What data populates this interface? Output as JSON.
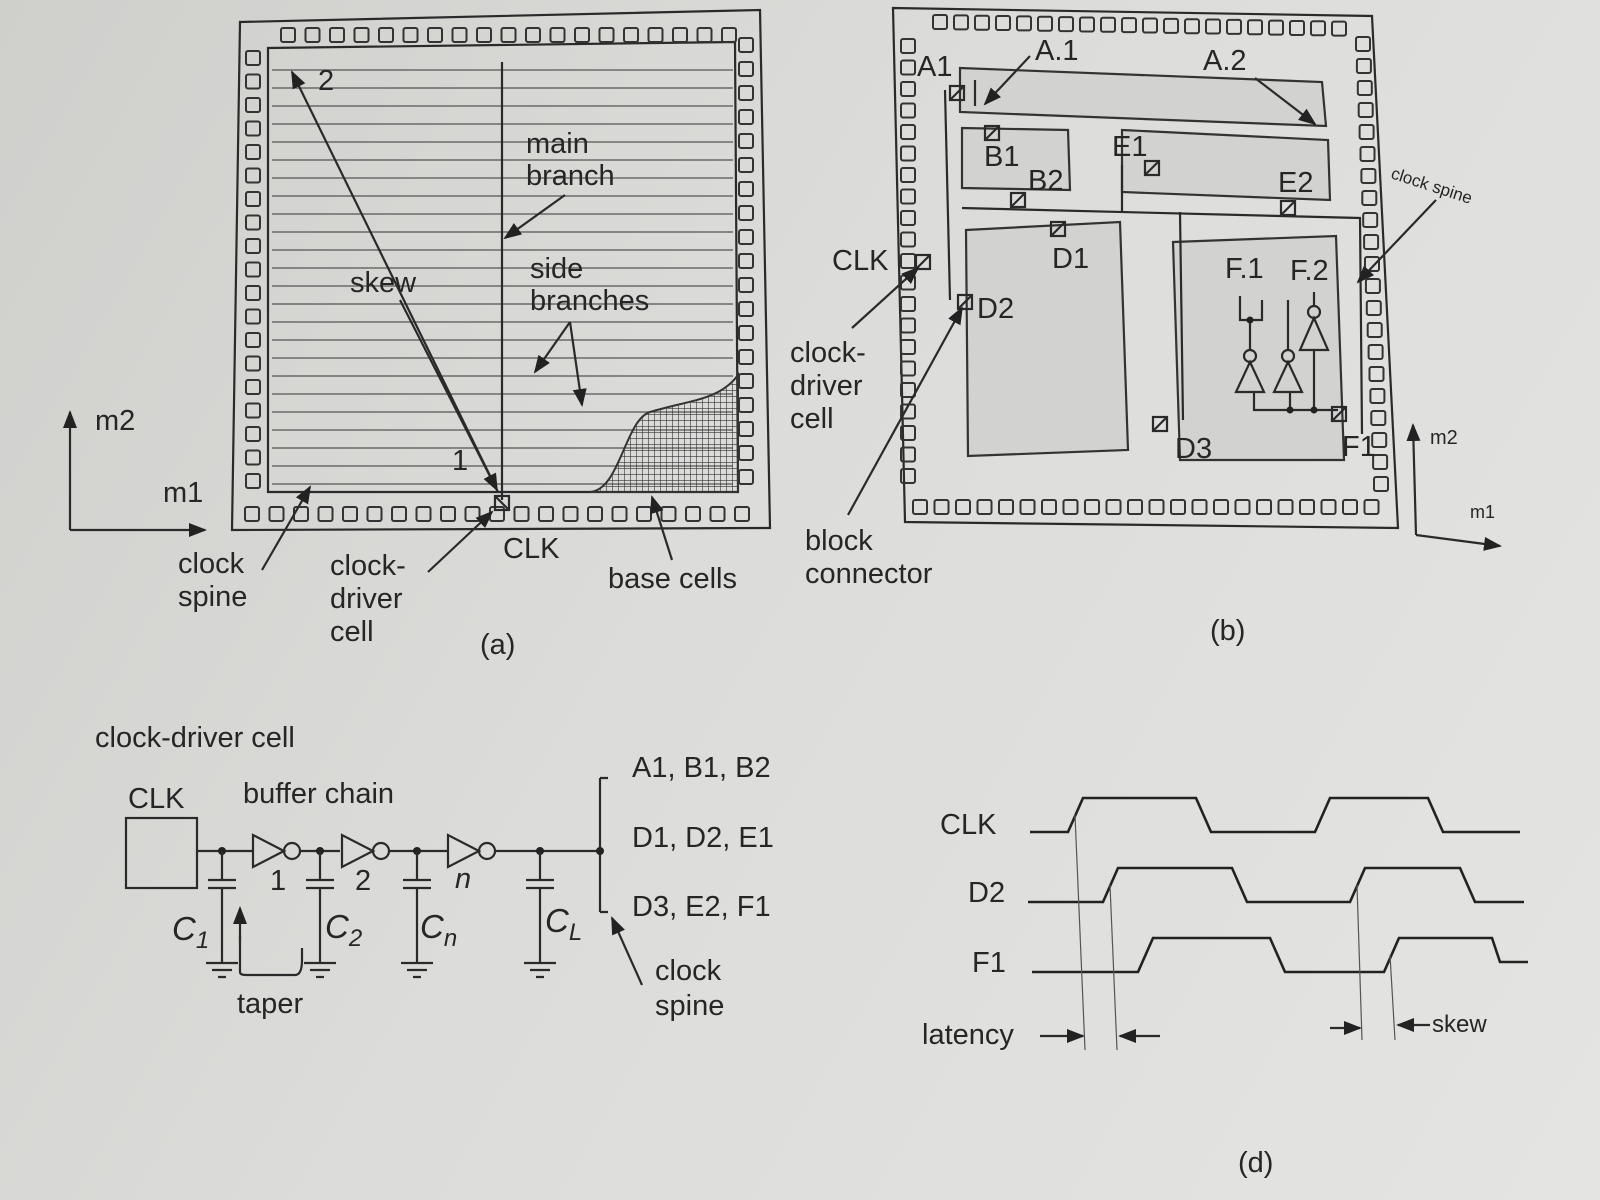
{
  "panel_a": {
    "caption": "(a)",
    "skew": "skew",
    "point_1": "1",
    "point_2": "2",
    "main_branch": [
      "main",
      "branch"
    ],
    "side_branches": [
      "side",
      "branches"
    ],
    "clock_spine": [
      "clock",
      "spine"
    ],
    "clock_driver_cell": [
      "clock-",
      "driver",
      "cell"
    ],
    "clk": "CLK",
    "base_cells": "base cells",
    "axis_m1": "m1",
    "axis_m2": "m2"
  },
  "panel_b": {
    "caption": "(b)",
    "labels": {
      "a1": "A1",
      "a_1": "A.1",
      "a_2": "A.2",
      "b1": "B1",
      "b2": "B2",
      "e1": "E1",
      "e2": "E2",
      "d1": "D1",
      "d2": "D2",
      "d3": "D3",
      "f_1": "F.1",
      "f_2": "F.2",
      "f1": "F1"
    },
    "clk": "CLK",
    "clock_driver_cell": [
      "clock-",
      "driver",
      "cell"
    ],
    "block_connector": [
      "block",
      "connector"
    ],
    "clock_spine": "clock spine",
    "axis_m1": "m1",
    "axis_m2": "m2"
  },
  "panel_c": {
    "title": "clock-driver cell",
    "clk": "CLK",
    "buffer_chain": "buffer chain",
    "stages": [
      "1",
      "2",
      "n"
    ],
    "caps": {
      "c1": "C",
      "c1_sub": "1",
      "c2": "C",
      "c2_sub": "2",
      "cn": "C",
      "cn_sub": "n",
      "cl": "C",
      "cl_sub": "L"
    },
    "taper": "taper",
    "outputs": [
      "A1, B1, B2",
      "D1, D2, E1",
      "D3, E2, F1"
    ],
    "clock_spine": [
      "clock",
      "spine"
    ]
  },
  "panel_d": {
    "caption": "(d)",
    "signals": [
      "CLK",
      "D2",
      "F1"
    ],
    "latency": "latency",
    "skew": "skew"
  }
}
